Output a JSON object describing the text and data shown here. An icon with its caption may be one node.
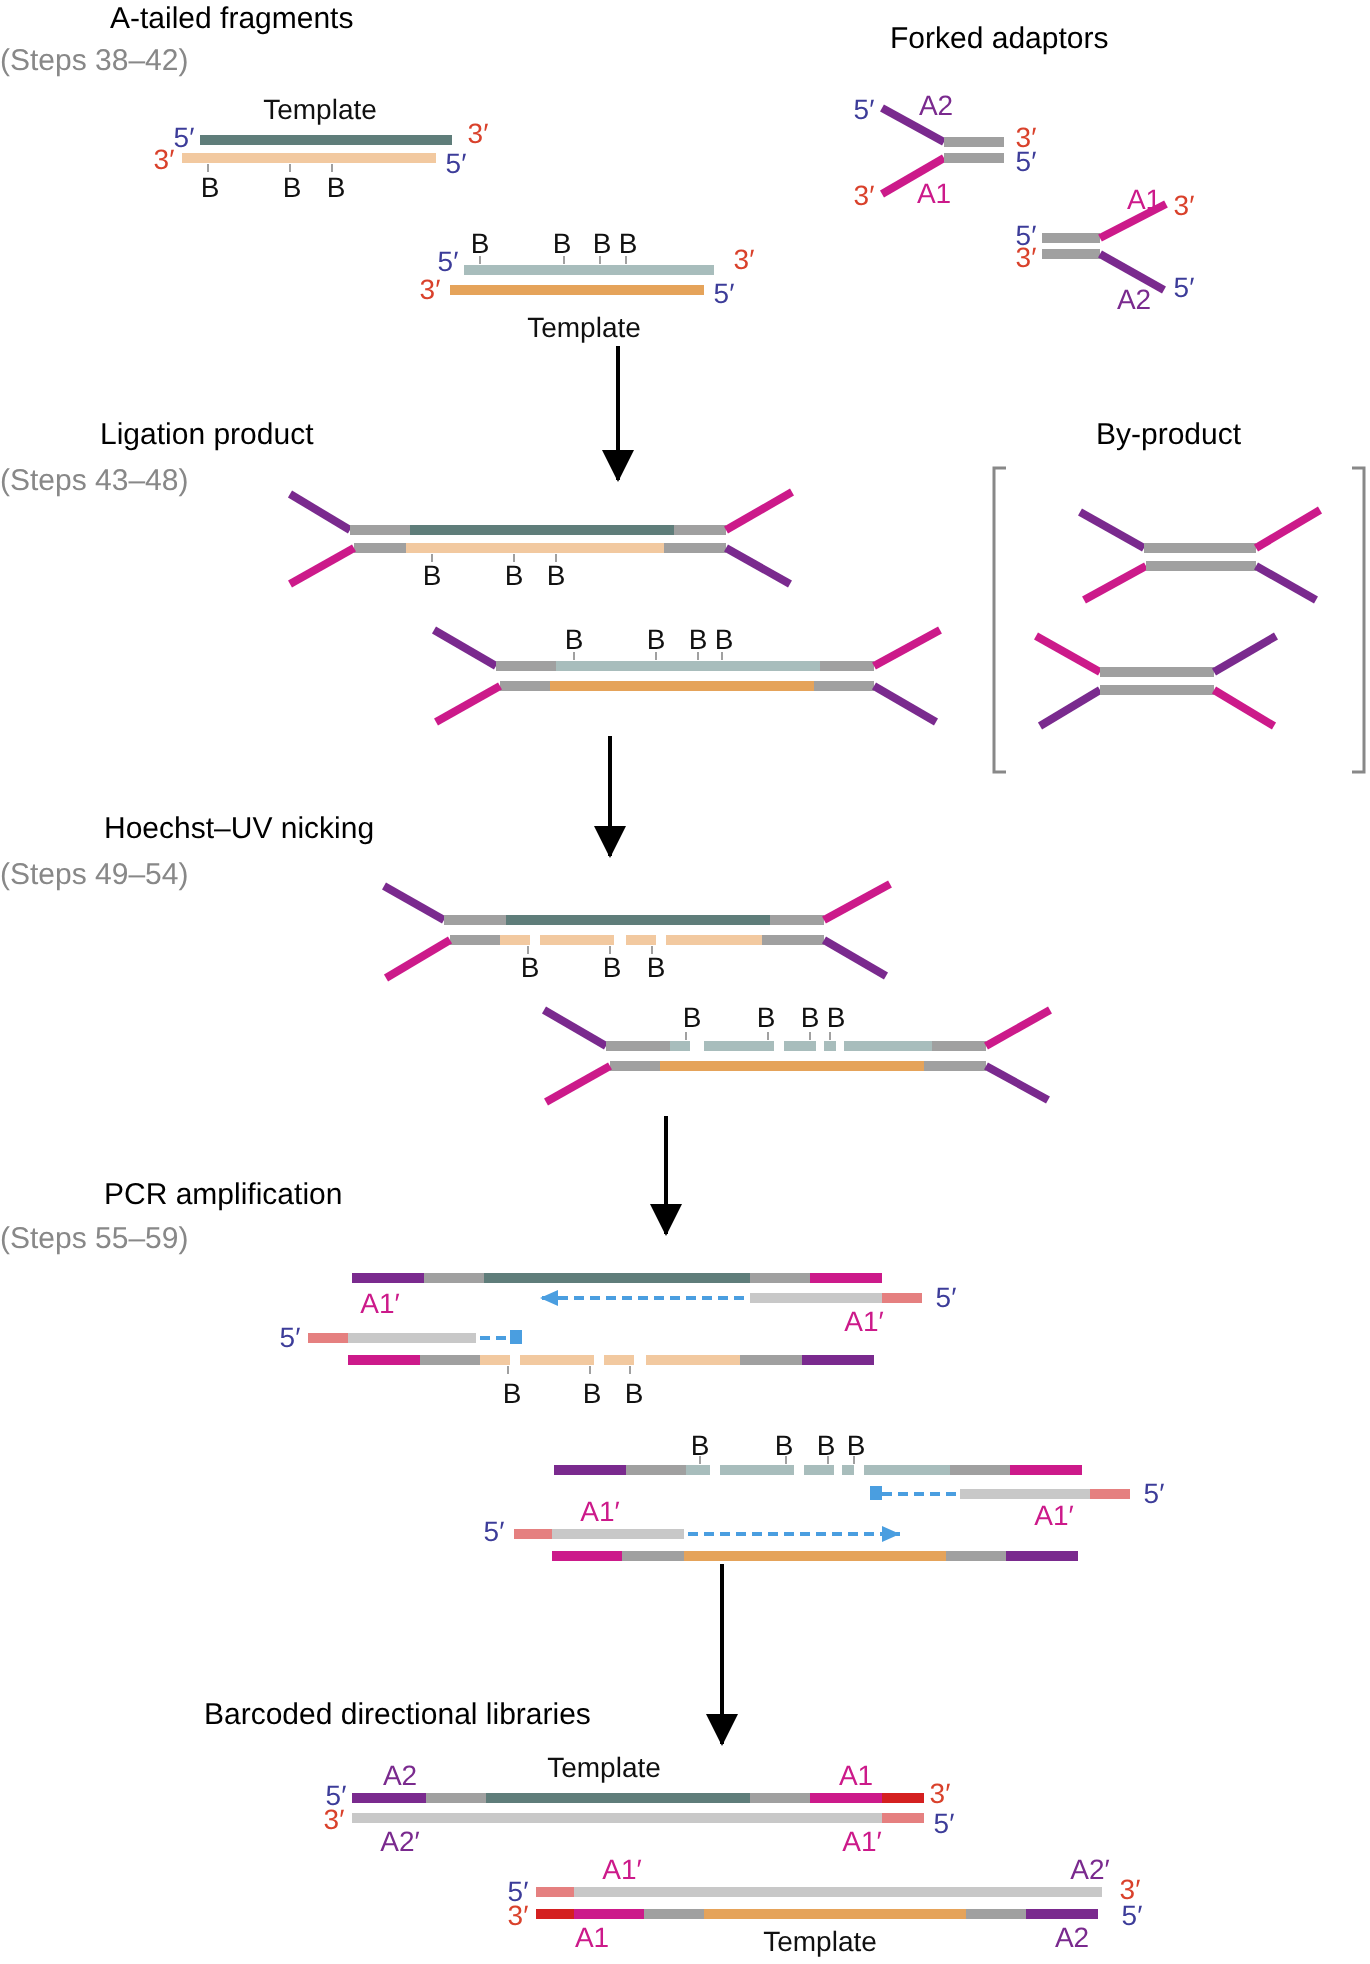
{
  "diagram": {
    "nodes": [
      {
        "text": [
          "A-tailed fragments",
          "(Steps 38–42)"
        ]
      },
      {
        "text": [
          "Forked adaptors"
        ]
      },
      {
        "text": [
          "Ligation product",
          "(Steps 43–48)"
        ]
      },
      {
        "text": [
          "By-product"
        ]
      },
      {
        "text": [
          "Hoechst–UV nicking",
          "(Steps 49–54)"
        ]
      },
      {
        "text": [
          "PCR amplification",
          "(Steps 55–59)"
        ]
      },
      {
        "text": [
          "Barcoded directional libraries"
        ]
      }
    ],
    "edges": [
      {
        "from": 0,
        "to": 2,
        "arrow": "to"
      },
      {
        "from": 2,
        "to": 4,
        "arrow": "to"
      },
      {
        "from": 4,
        "to": 5,
        "arrow": "to"
      },
      {
        "from": 5,
        "to": 6,
        "arrow": "to"
      }
    ],
    "labels": [
      "Template",
      "5′",
      "3′",
      "3′",
      "5′",
      "B",
      "B",
      "B",
      "B",
      "B",
      "B",
      "B",
      "5′",
      "3′",
      "3′",
      "5′",
      "Template",
      "5′",
      "A2",
      "3′",
      "5′",
      "3′",
      "A1",
      "A1",
      "3′",
      "5′",
      "3′",
      "A2",
      "5′",
      "B",
      "B",
      "B",
      "B",
      "B",
      "B",
      "B",
      "B",
      "B",
      "B",
      "B",
      "B",
      "B",
      "B",
      "A1′",
      "5′",
      "A1′",
      "5′",
      "B",
      "B",
      "B",
      "B",
      "B",
      "B",
      "B",
      "5′",
      "A1′",
      "A1′",
      "5′",
      "A2",
      "Template",
      "A1",
      "5′",
      "3′",
      "3′",
      "5′",
      "A2′",
      "A1′",
      "A1′",
      "A2′",
      "5′",
      "3′",
      "3′",
      "5′",
      "A1",
      "Template",
      "A2"
    ]
  }
}
